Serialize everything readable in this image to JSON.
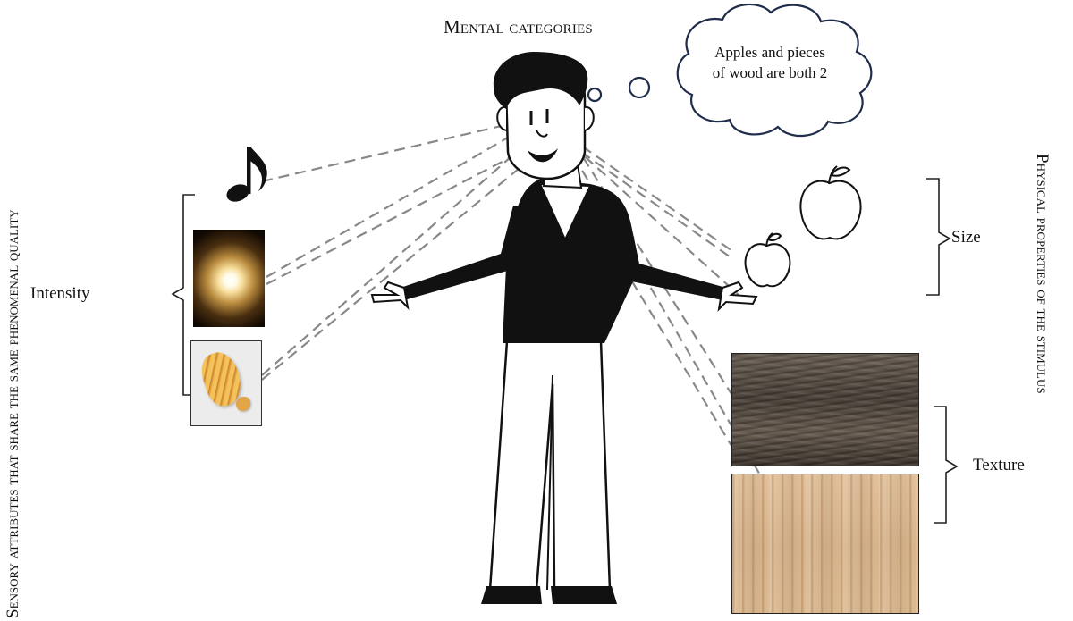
{
  "title": "Mental categories",
  "left_caption": "Sensory attributes that share the same phenomenal quality",
  "right_caption": "Physical properties of the stimulus",
  "thought_bubble": {
    "line1": "Apples and pieces",
    "line2": "of wood are both 2"
  },
  "labels": {
    "intensity": "Intensity",
    "size": "Size",
    "texture": "Texture"
  },
  "icons": [
    "music-note-icon",
    "bright-light-photo",
    "potato-chip-photo",
    "large-apple-icon",
    "small-apple-icon",
    "dark-wood-photo",
    "light-wood-photo",
    "person-figure",
    "thought-cloud"
  ],
  "colors": {
    "ink": "#111111",
    "dashed_lines": "#888888"
  }
}
